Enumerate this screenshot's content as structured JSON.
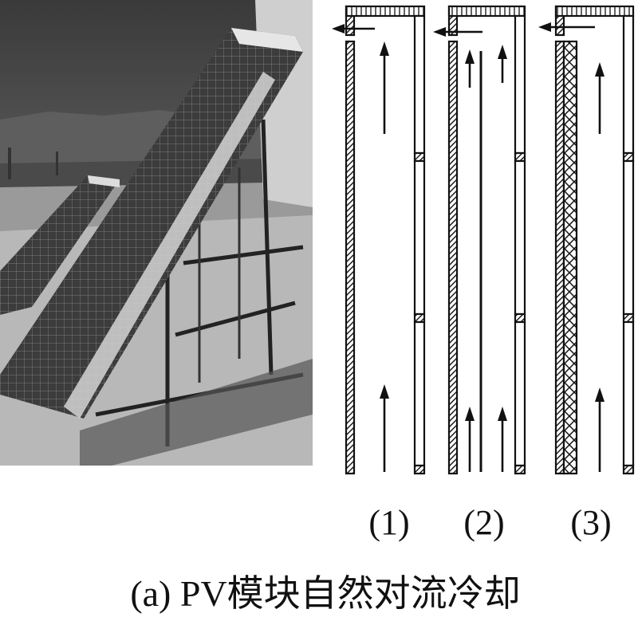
{
  "photo": {
    "description_icon": "pv-modules-photo-icon"
  },
  "panels": [
    {
      "label": "(1)"
    },
    {
      "label": "(2)"
    },
    {
      "label": "(3)"
    }
  ],
  "caption": "(a) PV模块自然对流冷却"
}
